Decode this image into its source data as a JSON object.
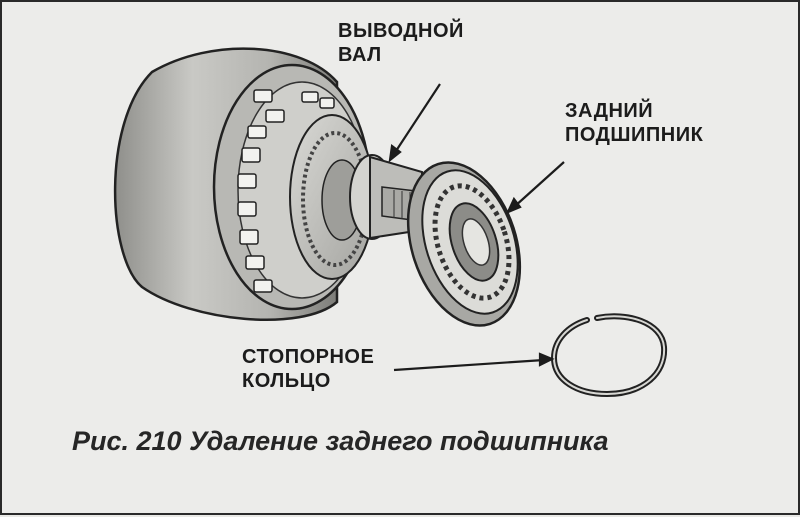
{
  "labels": {
    "output_shaft": [
      "ВЫВОДНОЙ",
      "ВАЛ"
    ],
    "rear_bearing": [
      "ЗАДНИЙ",
      "ПОДШИПНИК"
    ],
    "snap_ring": [
      "СТОПОРНОЕ",
      "КОЛЬЦО"
    ]
  },
  "caption": "Рис. 210 Удаление заднего подшипника",
  "colors": {
    "ink": "#1c1c1c",
    "paper": "#ececea",
    "shade": "#9a9a96"
  }
}
